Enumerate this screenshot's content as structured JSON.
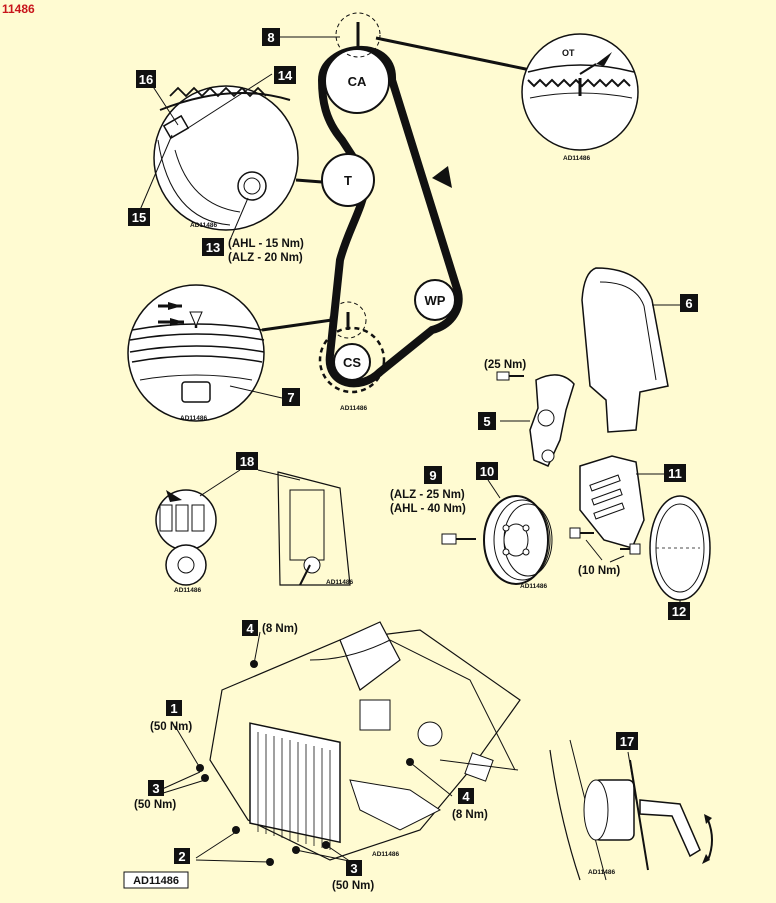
{
  "ref_code": "11486",
  "drawing_code": "AD11486",
  "callouts": {
    "c1": "1",
    "c2": "2",
    "c3": "3",
    "c4": "4",
    "c5": "5",
    "c6": "6",
    "c7": "7",
    "c8": "8",
    "c9": "9",
    "c10": "10",
    "c11": "11",
    "c12": "12",
    "c13": "13",
    "c14": "14",
    "c15": "15",
    "c16": "16",
    "c17": "17",
    "c18": "18"
  },
  "pulleys": {
    "camshaft": "CA",
    "tensioner": "T",
    "water_pump": "WP",
    "crankshaft": "CS"
  },
  "torques": {
    "tensioner_ahl": "(AHL - 15 Nm)",
    "tensioner_alz": "(ALZ - 20 Nm)",
    "bracket_bolt": "(25 Nm)",
    "damper_alz": "(ALZ - 25 Nm)",
    "damper_ahl": "(AHL - 40 Nm)",
    "cover_bolts": "(10 Nm)",
    "lock_carrier_top": "(8 Nm)",
    "lock_carrier_right": "(8 Nm)",
    "bolt_1": "(50 Nm)",
    "bolt_3_left": "(50 Nm)",
    "bolt_3_bottom": "(50 Nm)"
  },
  "timing_mark": "OT"
}
